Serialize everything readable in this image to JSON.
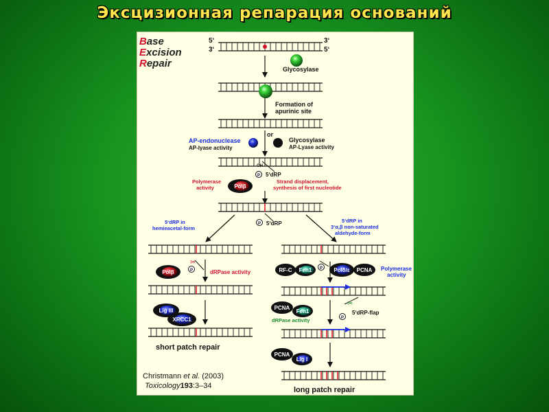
{
  "slide": {
    "title": "Эксцизионная репарация оснований"
  },
  "figure": {
    "title_lines": [
      {
        "cap": "B",
        "rest": "ase"
      },
      {
        "cap": "E",
        "rest": "xcision"
      },
      {
        "cap": "R",
        "rest": "epair"
      }
    ],
    "strand_end_labels": {
      "top_left": "5‘",
      "bottom_left": "3‘",
      "top_right": "3‘",
      "bottom_right": "5‘"
    },
    "labels": {
      "glycosylase": "Glycosylase",
      "formation_line1": "Formation of",
      "formation_line2": "apurinic site",
      "or": "or",
      "ap_endonuclease": "AP-endonuclease",
      "ap_lyase_activity": "AP-lyase activity",
      "glycosylase_2": "Glycosylase",
      "ap_lyase_activity_2": "AP-Lyase activity",
      "oh": "OH",
      "five_drp": "5‘dRP",
      "polymerase_activity_line1": "Polymerase",
      "polymerase_activity_line2": "activity",
      "strand_displacement_line1": "Strand displacement,",
      "strand_displacement_line2": "synthesis of first nucleotide",
      "five_drp_2": "5‘dRP",
      "left_branch_line1": "5‘dRP in",
      "left_branch_line2": "hemieacetal-form",
      "right_branch_line1": "5‘dRP in",
      "right_branch_line2": "3‘α,β non-saturated",
      "right_branch_line3": "aldehyde-form",
      "drpase_activity": "dRPase activity",
      "polymerase_activity_r1": "Polymerase",
      "polymerase_activity_r2": "activity",
      "five_drp_flap": "5‘dRP-flap",
      "drpase_activity_2": "dRPase activity",
      "short_patch": "short  patch  repair",
      "long_patch": "long  patch  repair"
    },
    "enzymes": {
      "pol_beta": "Polβ",
      "pol_beta_2": "Polβ",
      "lig3": "Lig III",
      "xrcc1": "XRCC1",
      "rfc": "RF-C",
      "fen1": "Fen1",
      "pol_delta_eps": "Polδ/ε",
      "pcna": "PCNA",
      "pcna_2": "PCNA",
      "fen1_2": "Fen1",
      "pcna_3": "PCNA",
      "lig1": "Lig I"
    },
    "phosphate": "P",
    "citation": {
      "authors": "Christmann ",
      "etal": " et al.",
      "year": " (2003)",
      "journal": "Toxicology",
      "volume": "193",
      "pages": ":3–34"
    }
  },
  "colors": {
    "slide_title": "#ffe64d",
    "background": "#17931f",
    "figure_bg": "#ffffe6",
    "blue_text": "#1a2ee0",
    "red_text": "#d1102a",
    "red_mark": "#e01a2a",
    "glycosylase_green": "#39d436"
  }
}
